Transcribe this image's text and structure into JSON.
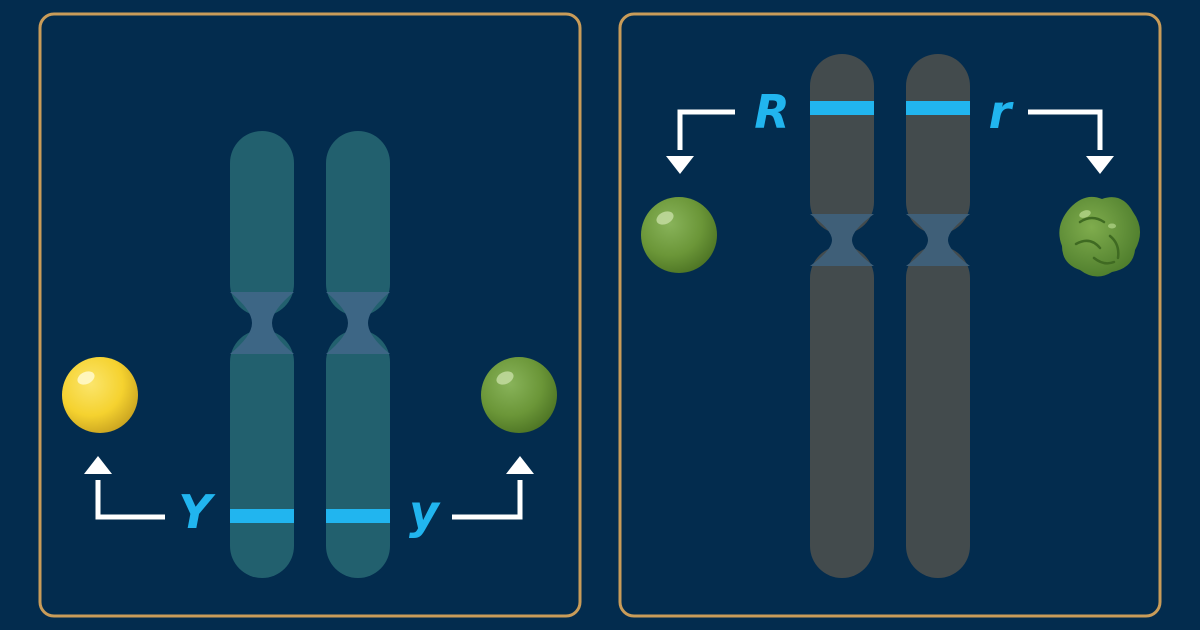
{
  "colors": {
    "background": "#032c4e",
    "panel_border": "#c99c59",
    "band": "#21b5ef",
    "label": "#21b5ef",
    "arrow": "#ffffff",
    "chromosome_left": "#22606e",
    "chromosome_right": "#434b4d",
    "centromere_left": "#3d6685",
    "centromere_right": "#3f5f78",
    "yellow_pea": "#f7d737",
    "green_pea": "#6f9a3d"
  },
  "panels": [
    {
      "gene": "seed-color",
      "alleles": [
        {
          "label": "Y",
          "phenotype": "yellow-round-pea"
        },
        {
          "label": "y",
          "phenotype": "green-round-pea"
        }
      ]
    },
    {
      "gene": "seed-shape",
      "alleles": [
        {
          "label": "R",
          "phenotype": "green-round-pea"
        },
        {
          "label": "r",
          "phenotype": "green-wrinkled-pea"
        }
      ]
    }
  ],
  "icons": [
    "arrow-up-icon",
    "arrow-down-icon"
  ]
}
